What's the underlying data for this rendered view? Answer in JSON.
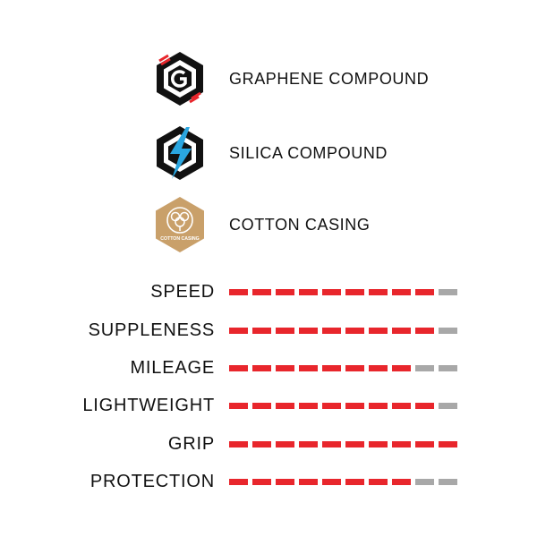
{
  "features": [
    {
      "icon": "graphene-icon",
      "label": "GRAPHENE COMPOUND"
    },
    {
      "icon": "silica-icon",
      "label": "SILICA COMPOUND"
    },
    {
      "icon": "cotton-casing-icon",
      "label": "COTTON CASING",
      "badge_text": "COTTON CASING"
    }
  ],
  "ratings": {
    "max": 10,
    "items": [
      {
        "label": "SPEED",
        "value": 9
      },
      {
        "label": "SUPPLENESS",
        "value": 9
      },
      {
        "label": "MILEAGE",
        "value": 8
      },
      {
        "label": "LIGHTWEIGHT",
        "value": 9
      },
      {
        "label": "GRIP",
        "value": 10
      },
      {
        "label": "PROTECTION",
        "value": 8
      }
    ]
  },
  "colors": {
    "filled": "#e8262c",
    "empty": "#a8a8a8",
    "graphene_accent": "#e8262c",
    "silica_accent": "#2aa6e0",
    "cotton_badge": "#c9a06a",
    "text": "#111111"
  }
}
